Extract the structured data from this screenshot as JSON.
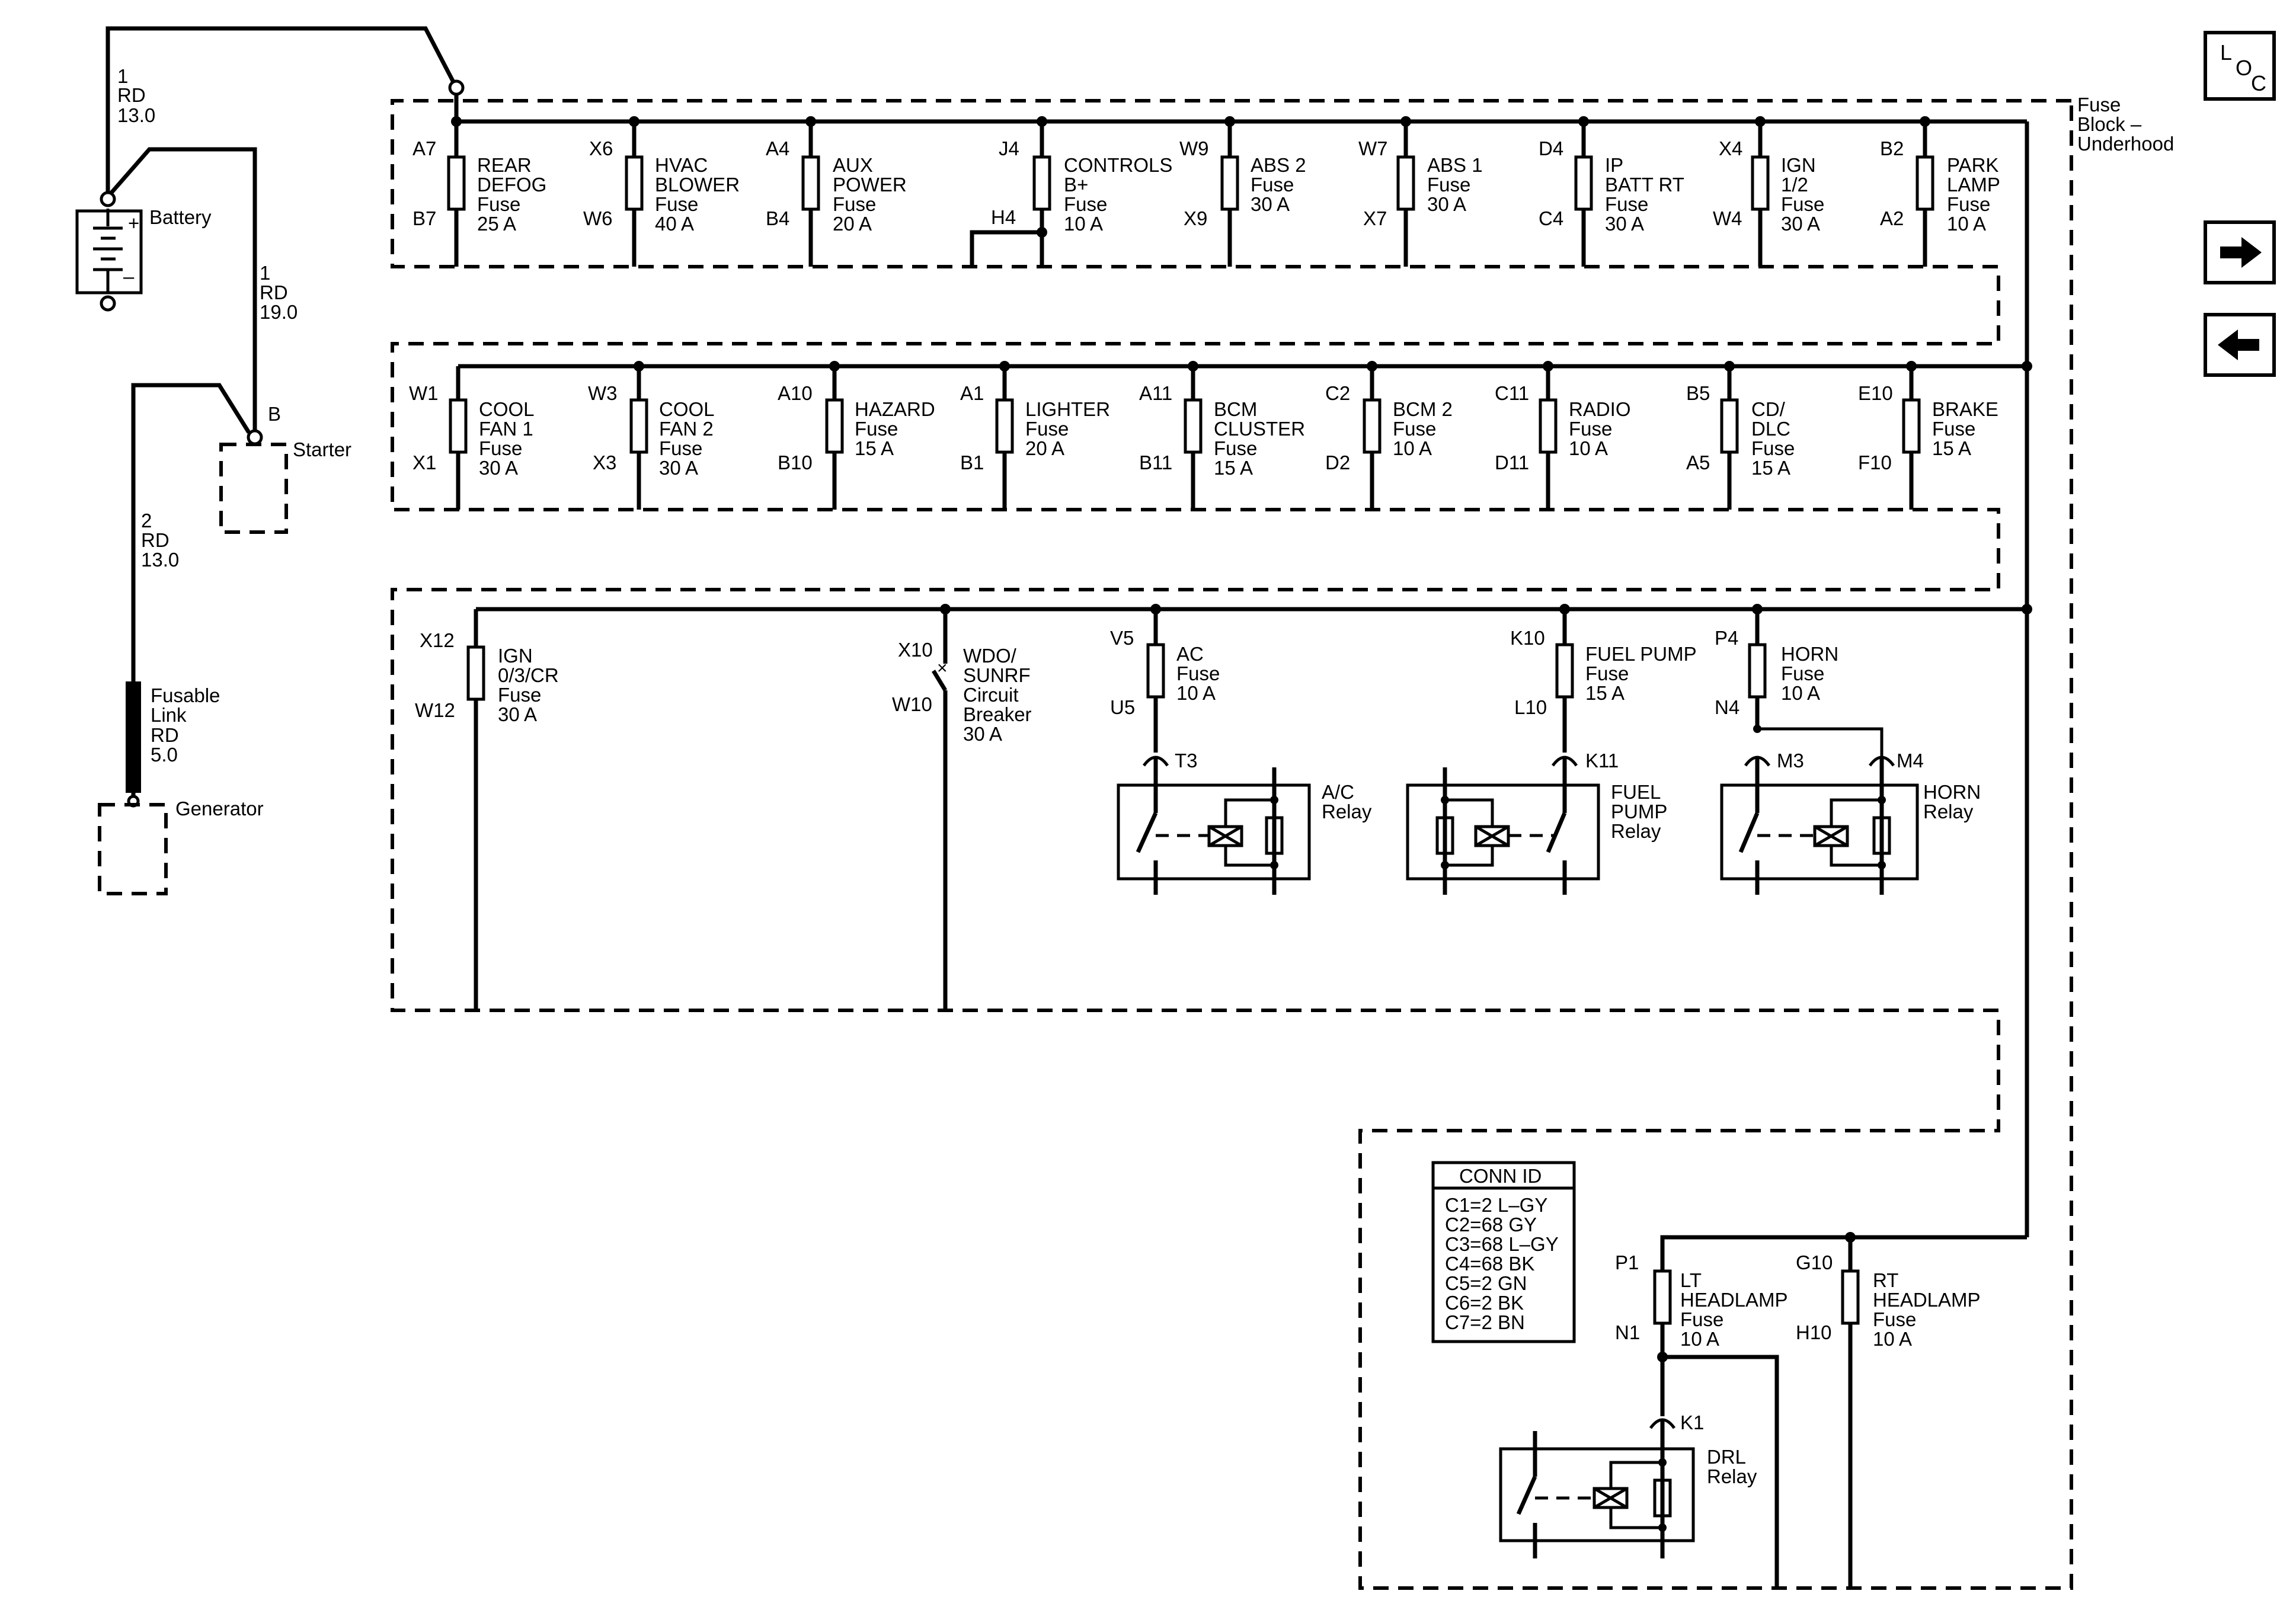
{
  "nav": {
    "loc": [
      "L",
      "O",
      "C"
    ],
    "next_icon": "right-arrow-icon",
    "prev_icon": "left-arrow-icon"
  },
  "fuse_block": {
    "label": [
      "Fuse",
      "Block –",
      "Underhood"
    ]
  },
  "components": {
    "battery": "Battery",
    "battery_plus": "+",
    "battery_minus": "–",
    "starter": "Starter",
    "starter_pin": "B",
    "generator": "Generator",
    "fusable_link": [
      "Fusable",
      "Link",
      "RD",
      "5.0"
    ]
  },
  "wires": {
    "battery_to_block": [
      "1",
      "RD",
      "13.0"
    ],
    "battery_to_starter": [
      "1",
      "RD",
      "19.0"
    ],
    "starter_to_link": [
      "2",
      "RD",
      "13.0"
    ]
  },
  "row1": [
    {
      "top": "A7",
      "bottom": "B7",
      "label": [
        "REAR",
        "DEFOG",
        "Fuse",
        "25 A"
      ]
    },
    {
      "top": "X6",
      "bottom": "W6",
      "label": [
        "HVAC",
        "BLOWER",
        "Fuse",
        "40 A"
      ]
    },
    {
      "top": "A4",
      "bottom": "B4",
      "label": [
        "AUX",
        "POWER",
        "Fuse",
        "20 A"
      ]
    },
    {
      "top": "J4",
      "bottom": "H4",
      "label": [
        "CONTROLS",
        "B+",
        "Fuse",
        "10 A"
      ]
    },
    {
      "top": "W9",
      "bottom": "X9",
      "label": [
        "ABS 2",
        "Fuse",
        "30 A"
      ]
    },
    {
      "top": "W7",
      "bottom": "X7",
      "label": [
        "ABS 1",
        "Fuse",
        "30 A"
      ]
    },
    {
      "top": "D4",
      "bottom": "C4",
      "label": [
        "IP",
        "BATT RT",
        "Fuse",
        "30 A"
      ]
    },
    {
      "top": "X4",
      "bottom": "W4",
      "label": [
        "IGN",
        "1/2",
        "Fuse",
        "30 A"
      ]
    },
    {
      "top": "B2",
      "bottom": "A2",
      "label": [
        "PARK",
        "LAMP",
        "Fuse",
        "10 A"
      ]
    }
  ],
  "row2": [
    {
      "top": "W1",
      "bottom": "X1",
      "label": [
        "COOL",
        "FAN 1",
        "Fuse",
        "30 A"
      ]
    },
    {
      "top": "W3",
      "bottom": "X3",
      "label": [
        "COOL",
        "FAN 2",
        "Fuse",
        "30 A"
      ]
    },
    {
      "top": "A10",
      "bottom": "B10",
      "label": [
        "HAZARD",
        "Fuse",
        "15 A"
      ]
    },
    {
      "top": "A1",
      "bottom": "B1",
      "label": [
        "LIGHTER",
        "Fuse",
        "20 A"
      ]
    },
    {
      "top": "A11",
      "bottom": "B11",
      "label": [
        "BCM",
        "CLUSTER",
        "Fuse",
        "15 A"
      ]
    },
    {
      "top": "C2",
      "bottom": "D2",
      "label": [
        "BCM 2",
        "Fuse",
        "10 A"
      ]
    },
    {
      "top": "C11",
      "bottom": "D11",
      "label": [
        "RADIO",
        "Fuse",
        "10 A"
      ]
    },
    {
      "top": "B5",
      "bottom": "A5",
      "label": [
        "CD/",
        "DLC",
        "Fuse",
        "15 A"
      ]
    },
    {
      "top": "E10",
      "bottom": "F10",
      "label": [
        "BRAKE",
        "Fuse",
        "15 A"
      ]
    }
  ],
  "row3": [
    {
      "top": "X12",
      "bottom": "W12",
      "label": [
        "IGN",
        "0/3/CR",
        "Fuse",
        "30 A"
      ]
    },
    {
      "top": "X10",
      "bottom": "W10",
      "label": [
        "WDO/",
        "SUNRF",
        "Circuit",
        "Breaker",
        "30 A"
      ]
    },
    {
      "top": "V5",
      "bottom": "U5",
      "label": [
        "AC",
        "Fuse",
        "10 A"
      ]
    },
    {
      "top": "K10",
      "bottom": "L10",
      "label": [
        "FUEL PUMP",
        "Fuse",
        "15 A"
      ]
    },
    {
      "top": "P4",
      "bottom": "N4",
      "label": [
        "HORN",
        "Fuse",
        "10 A"
      ]
    }
  ],
  "relays": {
    "ac": {
      "pin": "T3",
      "label": [
        "A/C",
        "Relay"
      ]
    },
    "fuel": {
      "pin": "K11",
      "label": [
        "FUEL",
        "PUMP",
        "Relay"
      ]
    },
    "horn": {
      "pins": [
        "M3",
        "M4"
      ],
      "label": [
        "HORN",
        "Relay"
      ]
    },
    "drl": {
      "pin": "K1",
      "label": [
        "DRL",
        "Relay"
      ]
    }
  },
  "row4": [
    {
      "top": "P1",
      "bottom": "N1",
      "label": [
        "LT",
        "HEADLAMP",
        "Fuse",
        "10 A"
      ]
    },
    {
      "top": "G10",
      "bottom": "H10",
      "label": [
        "RT",
        "HEADLAMP",
        "Fuse",
        "10 A"
      ]
    }
  ],
  "conn_id": {
    "title": "CONN ID",
    "lines": [
      "C1=2 L–GY",
      "C2=68 GY",
      "C3=68 L–GY",
      "C4=68 BK",
      "C5=2 GN",
      "C6=2 BK",
      "C7=2 BN"
    ]
  }
}
